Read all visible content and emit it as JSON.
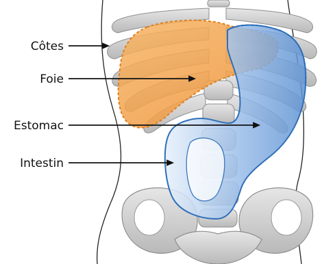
{
  "labels": {
    "ribs": "Côtes",
    "liver": "Foie",
    "stomach": "Estomac",
    "intestine": "Intestin"
  },
  "colors": {
    "bone_fill": "#d6d6d6",
    "bone_stroke": "#8e8e8e",
    "body_outline": "#222222",
    "liver_fill": "#f2a04a",
    "liver_stroke": "#e07f1d",
    "stomach_fill": "#8fb6e6",
    "stomach_stroke": "#2f6fb8",
    "leader_line": "#111111"
  }
}
